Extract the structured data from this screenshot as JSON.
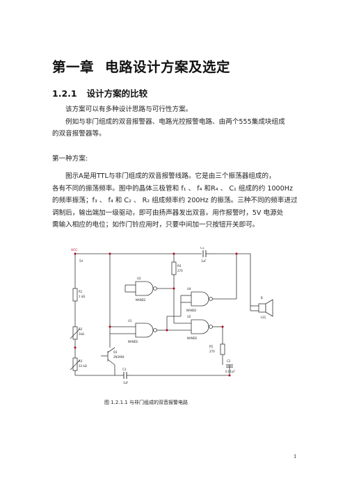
{
  "chapter": {
    "number": "第一章",
    "title": "电路设计方案及选定"
  },
  "section": {
    "number": "1.2.1",
    "title": "设计方案的比较"
  },
  "paragraphs": {
    "p1": "该方案可以有多种设计思路与可行性方案。",
    "p2_l1": "例如与非门组成的双音报警器、电路光控报警电路、由两个555集成块组成",
    "p2_l2": "的双音报警器等。",
    "p3": "第一种方案:",
    "p4_l1": "图示A是用TTL与非门组成的双音报警线路。它是由三个振荡器组成的，",
    "p4_l2": "各有不同的振荡频率。图中的晶体三极管和 f₁ 、 f₄ 和R₄ 、 C₁ 组成的约  1000Hz",
    "p4_l3": "的频率振荡；f₃ 、 f₄ 和 C₂ 、 R₂ 组成频率约 200Hz 的振荡。三种不同的频率进过",
    "p4_l4": "调制后，输出端加一级驱动，即可由扬声器发出双音。用作报警时，5V 电源处",
    "p4_l5": "需输入相应的电位；如作门铃应用时，只要中间加一只按钮开关即可。"
  },
  "figure": {
    "caption": "图 1.2.1.1 与非门组成的双音报警电路",
    "labels": {
      "vcc": "VCC",
      "vcc_value": "5V",
      "r1": "R1",
      "r1_value": "1 kΩ",
      "r2": "R2",
      "r2_value": "1kΩ",
      "r3": "R3",
      "r3_value": "22 kΩ",
      "r4": "R4",
      "r4_value": "270",
      "r5": "R5",
      "r5_value": "270",
      "c1": "C1",
      "c1_value": "1uF",
      "c2": "C2",
      "c2_value": "0.01uF",
      "c3": "C3",
      "c3_value": "1uF",
      "u1": "U1",
      "u2": "U2",
      "u3": "U3",
      "u4": "U4",
      "gate_type": "NAND2",
      "q1": "Q1",
      "q1_type": "2N3904",
      "speaker": "LS1",
      "speaker_ref": "B"
    }
  },
  "page_number": "1"
}
